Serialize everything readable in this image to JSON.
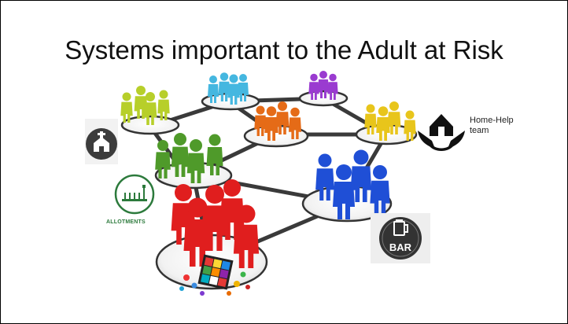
{
  "slide": {
    "title": "Systems important to the Adult at Risk"
  },
  "labels": {
    "home_help_line1": "Home-Help",
    "home_help_line2": "team",
    "allotments": "ALLOTMENTS",
    "bar": "BAR"
  },
  "groups": [
    {
      "name": "yellow-green-group",
      "color": "#b7cf2a"
    },
    {
      "name": "cyan-group",
      "color": "#45b7e0"
    },
    {
      "name": "purple-group",
      "color": "#9a3bd0"
    },
    {
      "name": "orange-group",
      "color": "#e56b17"
    },
    {
      "name": "yellow-group",
      "color": "#e8c51b"
    },
    {
      "name": "green-group",
      "color": "#4f9a2a"
    },
    {
      "name": "blue-group",
      "color": "#1f4fd6"
    },
    {
      "name": "red-group",
      "color": "#e01e1e"
    }
  ],
  "icons": [
    {
      "name": "church-icon"
    },
    {
      "name": "home-help-icon"
    },
    {
      "name": "allotments-icon"
    },
    {
      "name": "bar-icon"
    },
    {
      "name": "rubiks-cube-icon"
    }
  ]
}
